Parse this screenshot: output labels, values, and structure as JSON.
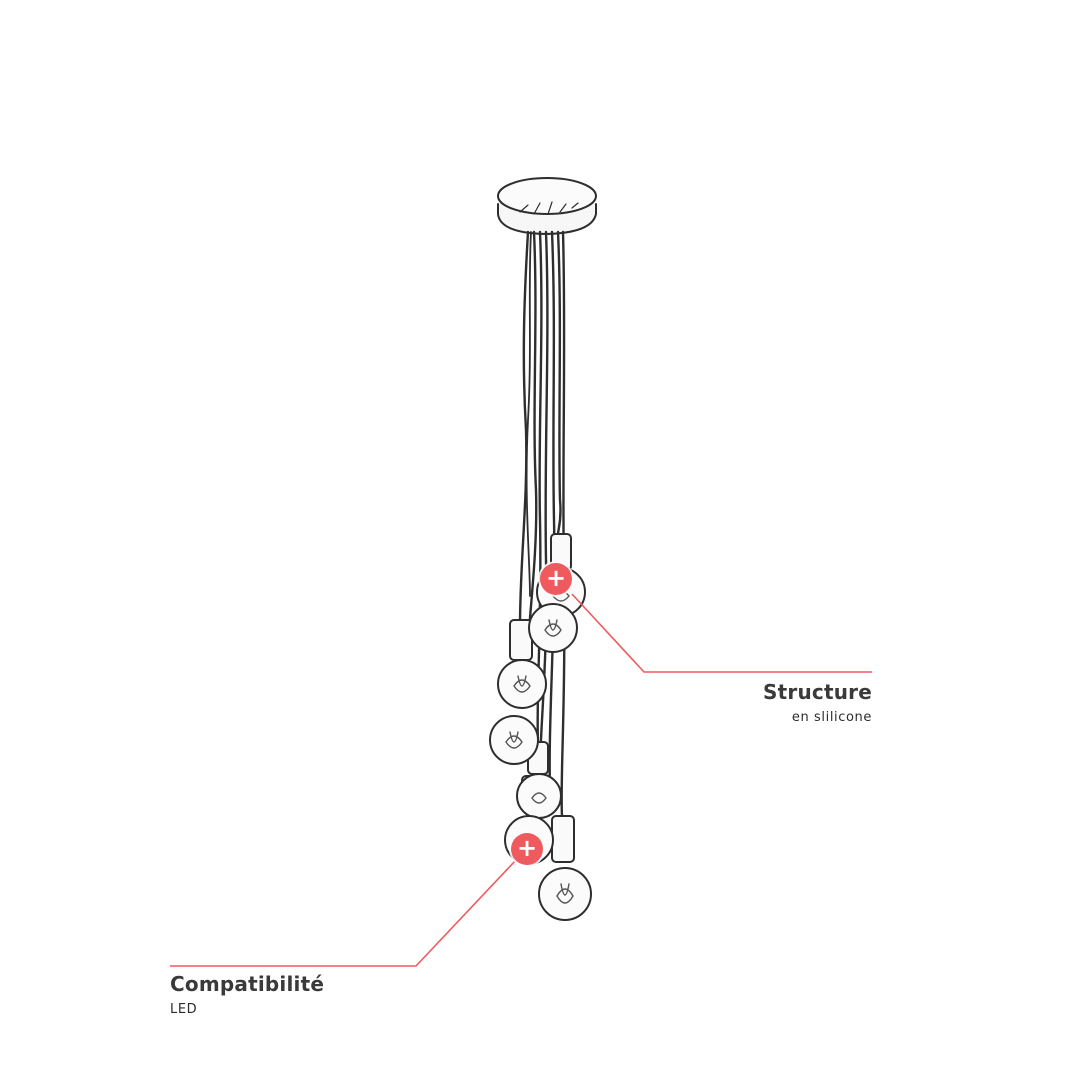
{
  "colors": {
    "accent": "#ef5a5e",
    "ink": "#2e2e2e",
    "background": "#ffffff"
  },
  "hotspots": [
    {
      "id": "structure",
      "icon": "plus-icon",
      "symbol": "+",
      "title": "Structure",
      "subtitle": "en slilicone"
    },
    {
      "id": "compatibility",
      "icon": "plus-icon",
      "symbol": "+",
      "title": "Compatibilité",
      "subtitle": "LED"
    }
  ]
}
